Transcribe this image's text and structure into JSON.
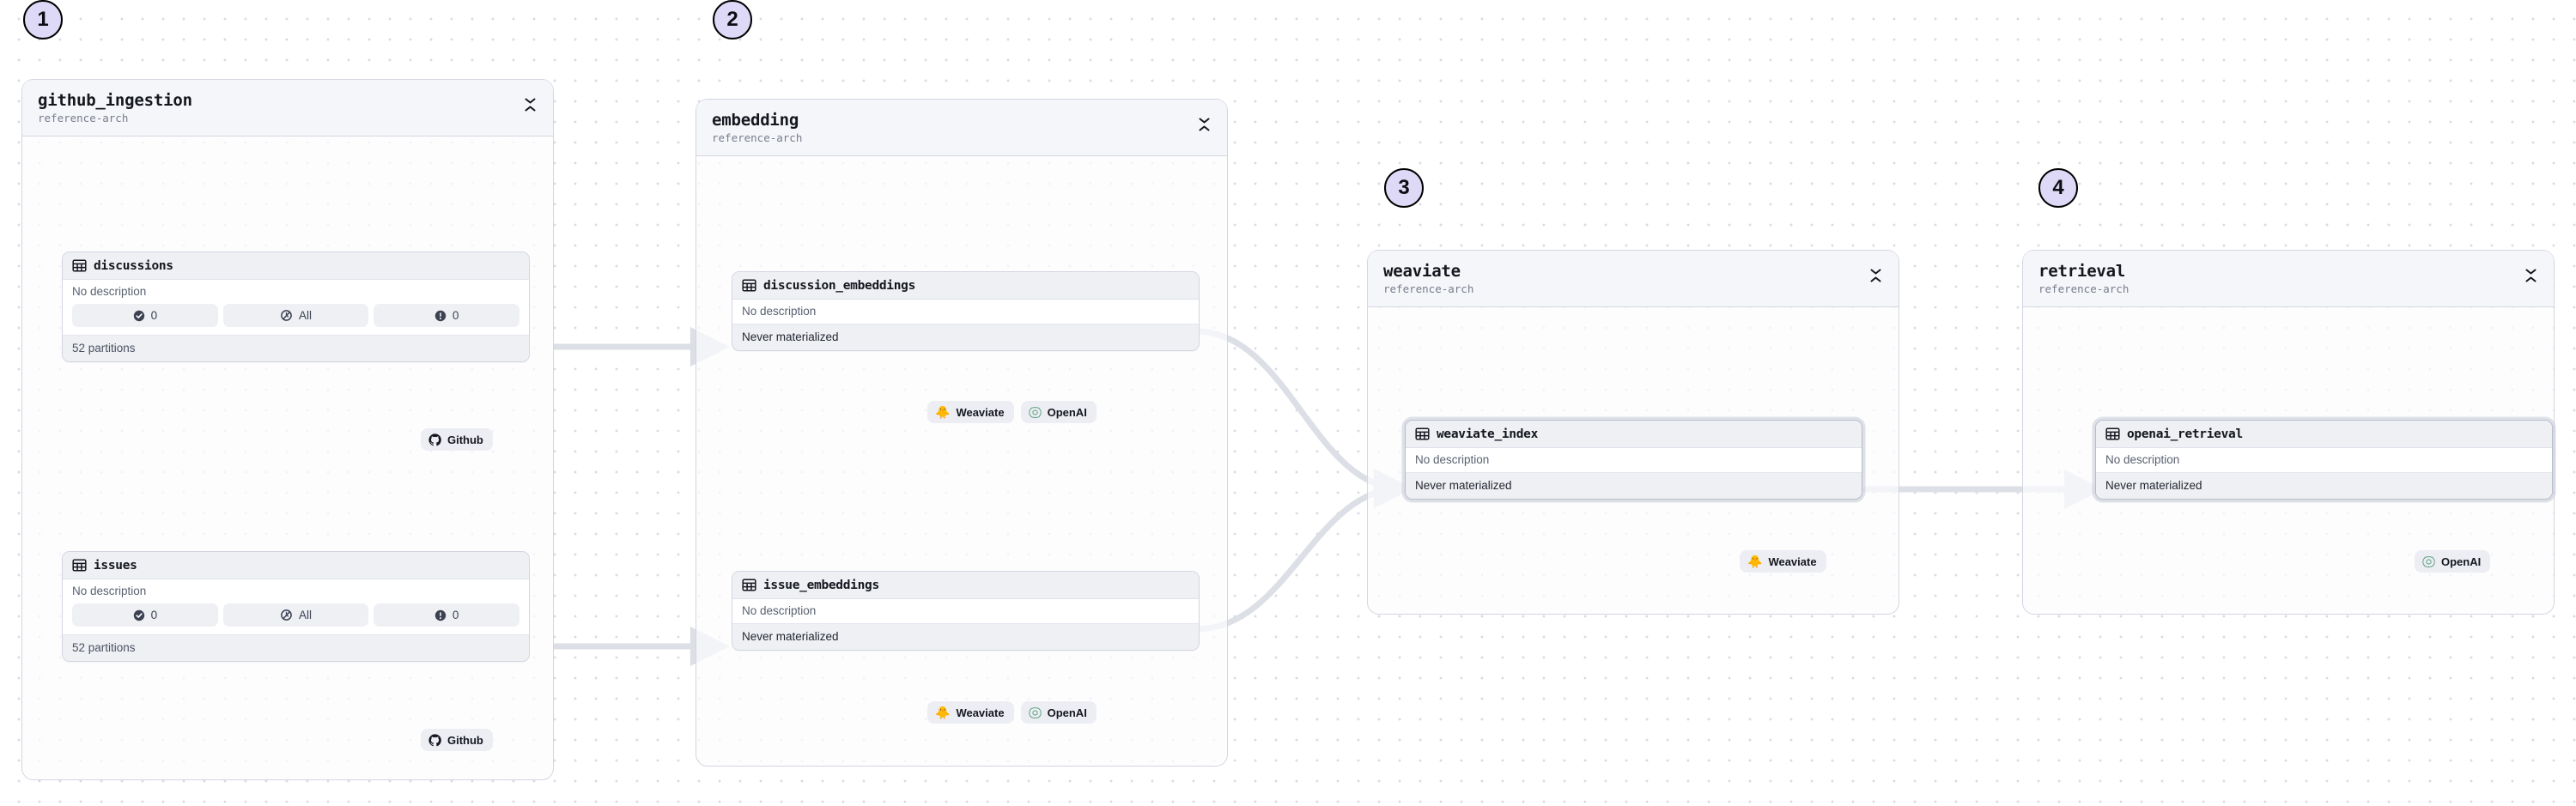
{
  "canvas": {
    "background_color": "#ffffff",
    "dot_grid_color": "#d9dce6",
    "edge_color": "#dcdfe6",
    "accent_badge_fill": "#ddd9f7"
  },
  "groups": [
    {
      "step": "1",
      "name": "github_ingestion",
      "subtitle": "reference-arch",
      "collapse_icon": "chevron-collapse-icon",
      "assets": [
        {
          "name": "discussions",
          "icon": "table-icon",
          "description": "No description",
          "stats": [
            {
              "icon": "check-circle-icon",
              "value": "0"
            },
            {
              "icon": "freshness-slash-icon",
              "value": "All"
            },
            {
              "icon": "alert-circle-icon",
              "value": "0"
            }
          ],
          "partitions": "52 partitions"
        },
        {
          "name": "issues",
          "icon": "table-icon",
          "description": "No description",
          "stats": [
            {
              "icon": "check-circle-icon",
              "value": "0"
            },
            {
              "icon": "freshness-slash-icon",
              "value": "All"
            },
            {
              "icon": "alert-circle-icon",
              "value": "0"
            }
          ],
          "partitions": "52 partitions"
        }
      ],
      "chips": [
        {
          "label": "Github",
          "icon": "github-icon"
        },
        {
          "label": "Github",
          "icon": "github-icon"
        }
      ]
    },
    {
      "step": "2",
      "name": "embedding",
      "subtitle": "reference-arch",
      "collapse_icon": "chevron-collapse-icon",
      "assets": [
        {
          "name": "discussion_embeddings",
          "icon": "table-icon",
          "description": "No description",
          "status": "Never materialized"
        },
        {
          "name": "issue_embeddings",
          "icon": "table-icon",
          "description": "No description",
          "status": "Never materialized"
        }
      ],
      "chips": [
        {
          "label": "Weaviate",
          "icon": "weaviate-icon"
        },
        {
          "label": "OpenAI",
          "icon": "openai-icon"
        },
        {
          "label": "Weaviate",
          "icon": "weaviate-icon"
        },
        {
          "label": "OpenAI",
          "icon": "openai-icon"
        }
      ]
    },
    {
      "step": "3",
      "name": "weaviate",
      "subtitle": "reference-arch",
      "collapse_icon": "chevron-collapse-icon",
      "assets": [
        {
          "name": "weaviate_index",
          "icon": "table-icon",
          "description": "No description",
          "status": "Never materialized",
          "selected": true
        }
      ],
      "chips": [
        {
          "label": "Weaviate",
          "icon": "weaviate-icon"
        }
      ]
    },
    {
      "step": "4",
      "name": "retrieval",
      "subtitle": "reference-arch",
      "collapse_icon": "chevron-collapse-icon",
      "assets": [
        {
          "name": "openai_retrieval",
          "icon": "table-icon",
          "description": "No description",
          "status": "Never materialized",
          "selected": true
        }
      ],
      "chips": [
        {
          "label": "OpenAI",
          "icon": "openai-icon"
        }
      ]
    }
  ],
  "edges": [
    {
      "from": "discussions",
      "to": "discussion_embeddings",
      "style": "straight"
    },
    {
      "from": "issues",
      "to": "issue_embeddings",
      "style": "straight"
    },
    {
      "from": "discussion_embeddings",
      "to": "weaviate_index",
      "style": "curved"
    },
    {
      "from": "issue_embeddings",
      "to": "weaviate_index",
      "style": "curved"
    },
    {
      "from": "weaviate_index",
      "to": "openai_retrieval",
      "style": "straight"
    }
  ]
}
